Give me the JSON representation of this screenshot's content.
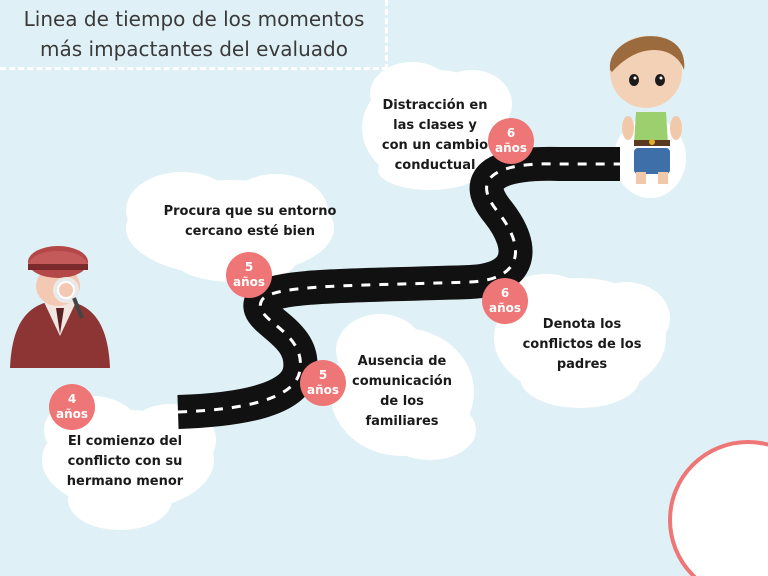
{
  "title": {
    "line1": "Linea de tiempo de los momentos",
    "line2": "más impactantes del evaluado"
  },
  "colors": {
    "background": "#dff1f6",
    "cloud": "#ffffff",
    "road": "#111111",
    "badge": "#ef7676",
    "accent_ring": "#ef7676"
  },
  "events": [
    {
      "age_number": "4",
      "age_unit": "años",
      "lines": [
        "El comienzo del",
        "conflicto con su",
        "hermano menor"
      ]
    },
    {
      "age_number": "5",
      "age_unit": "años",
      "lines": [
        "Ausencia de",
        "comunicación",
        "de los",
        "familiares"
      ]
    },
    {
      "age_number": "5",
      "age_unit": "años",
      "lines": [
        "Procura que su entorno",
        "cercano esté bien"
      ]
    },
    {
      "age_number": "6",
      "age_unit": "años",
      "lines": [
        "Denota los",
        "conflictos de los",
        "padres"
      ]
    },
    {
      "age_number": "6",
      "age_unit": "años",
      "lines": [
        "Distracción en",
        "las clases y",
        "con un cambio",
        "conductual"
      ]
    }
  ],
  "icons": {
    "detective": "detective-icon",
    "child": "child-icon"
  }
}
